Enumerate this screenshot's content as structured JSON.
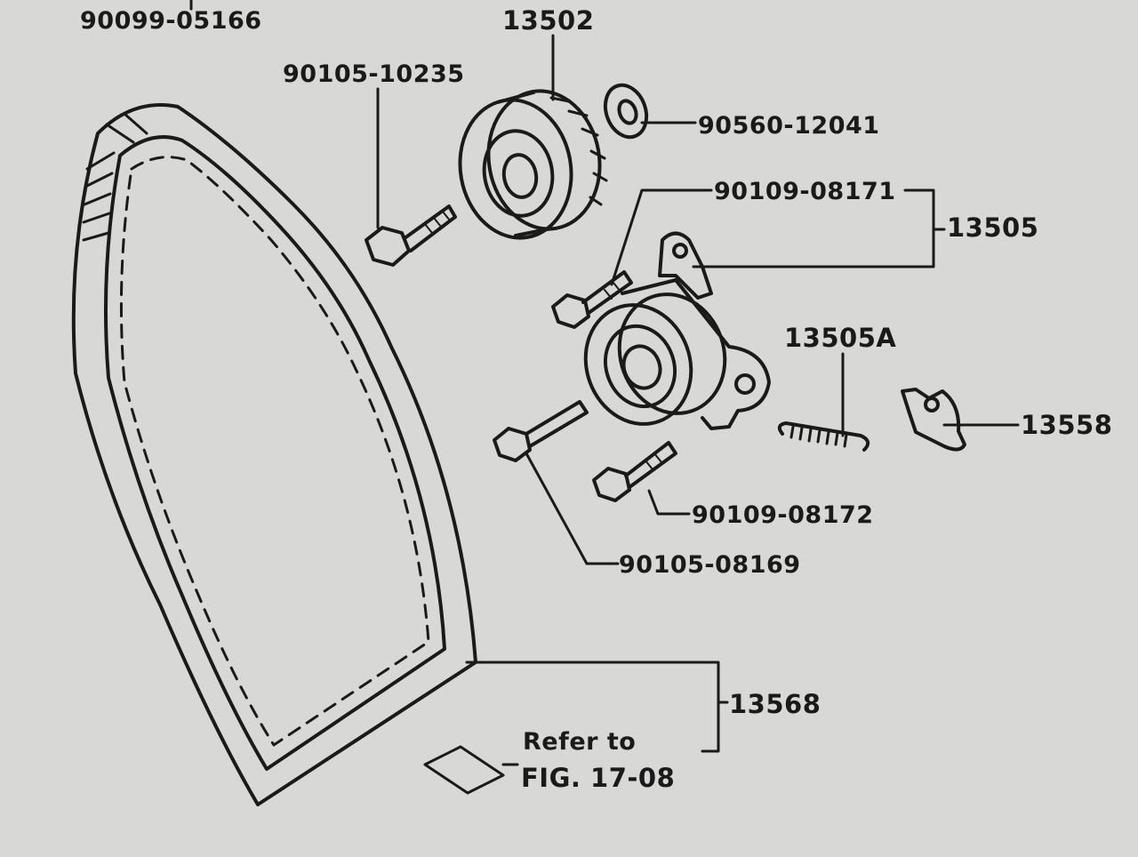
{
  "labels": {
    "top_left_part": "90099-05166",
    "sprocket": "13502",
    "sprocket_bolt": "90105-10235",
    "washer": "90560-12041",
    "tensioner_bolt_upper": "90109-08171",
    "tensioner_assembly": "13505",
    "tensioner_spring": "13505A",
    "bracket": "13558",
    "tensioner_bolt_lower": "90109-08172",
    "pivot_bolt": "90105-08169",
    "timing_belt": "13568",
    "refer_line1": "Refer to",
    "refer_line2": "FIG. 17-08"
  },
  "colors": {
    "background": "#d8d8d6",
    "ink": "#1a1a1a"
  }
}
